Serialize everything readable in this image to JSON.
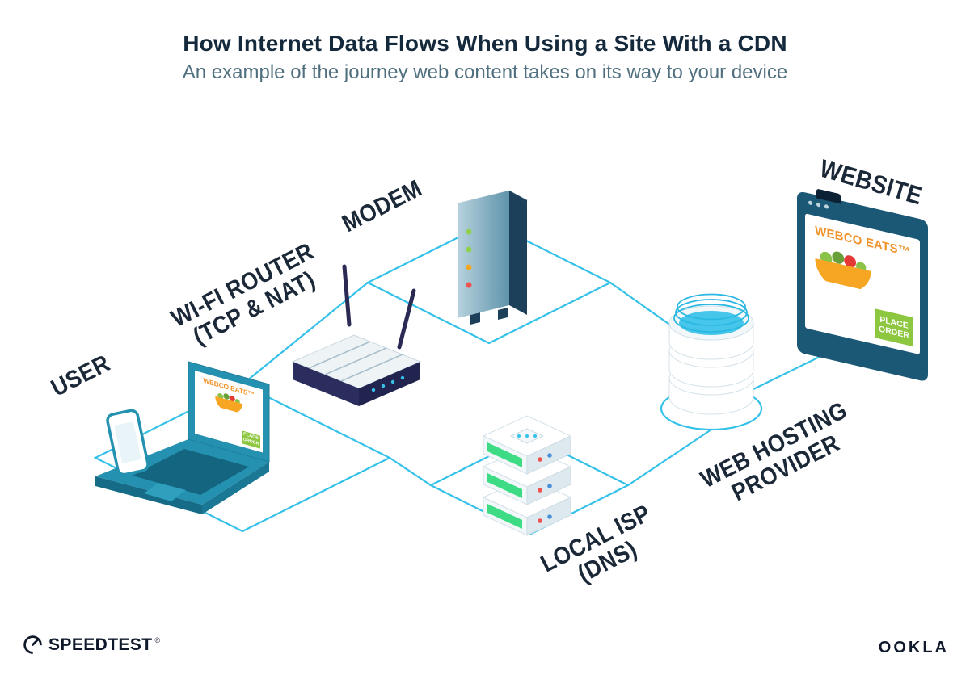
{
  "header": {
    "title": "How Internet Data Flows When Using a Site With a CDN",
    "subtitle": "An example of the journey web content takes on its way to your device"
  },
  "nodes": {
    "user": {
      "label": "USER"
    },
    "router": {
      "label_line1": "WI-FI ROUTER",
      "label_line2": "(TCP & NAT)"
    },
    "modem": {
      "label": "MODEM"
    },
    "isp": {
      "label_line1": "LOCAL ISP",
      "label_line2": "(DNS)"
    },
    "hosting": {
      "label_line1": "WEB HOSTING",
      "label_line2": "PROVIDER"
    },
    "website": {
      "label": "WEBSITE"
    }
  },
  "website_screen": {
    "brand": "WEBCO EATS™",
    "order_button_line1": "PLACE",
    "order_button_line2": "ORDER"
  },
  "laptop_screen": {
    "brand": "WEBCO EATS™",
    "order_button_line1": "PLACE",
    "order_button_line2": "ORDER"
  },
  "footer": {
    "speedtest_label": "SPEEDTEST",
    "speedtest_mark": "®",
    "ookla_label": "OOKLA"
  },
  "colors": {
    "connection_line": "#35c1e8",
    "label_text": "#1b2838",
    "brand_orange": "#f0932b",
    "button_green": "#8dc63f",
    "laptop_teal": "#2591b0",
    "modem_side_navy": "#1c3f5a",
    "server_green": "#3ddc84"
  }
}
